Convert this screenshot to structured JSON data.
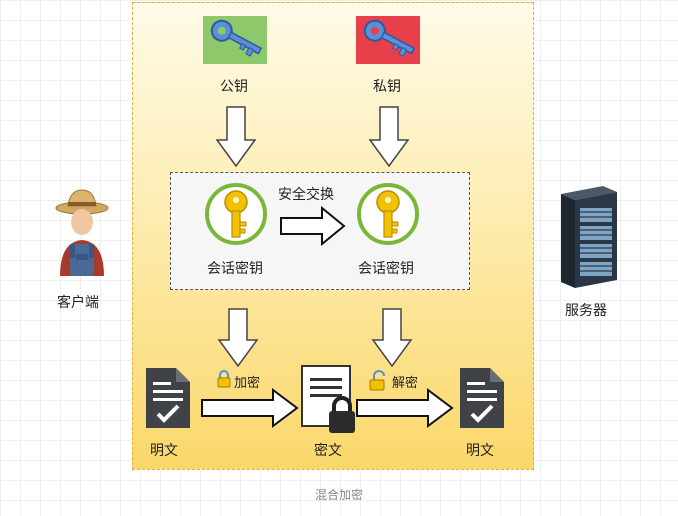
{
  "keys": {
    "public_label": "公钥",
    "private_label": "私钥"
  },
  "session": {
    "left_label": "会话密钥",
    "right_label": "会话密钥",
    "exchange_label": "安全交换"
  },
  "actors": {
    "client_label": "客户端",
    "server_label": "服务器"
  },
  "flow": {
    "plaintext_left": "明文",
    "ciphertext": "密文",
    "plaintext_right": "明文",
    "encrypt_label": "加密",
    "decrypt_label": "解密"
  },
  "caption": "混合加密",
  "colors": {
    "public_key_bg": "#8dc86a",
    "private_key_bg": "#e8404a",
    "key_blue": "#4a7fc4",
    "gold_key": "#f2c200"
  }
}
